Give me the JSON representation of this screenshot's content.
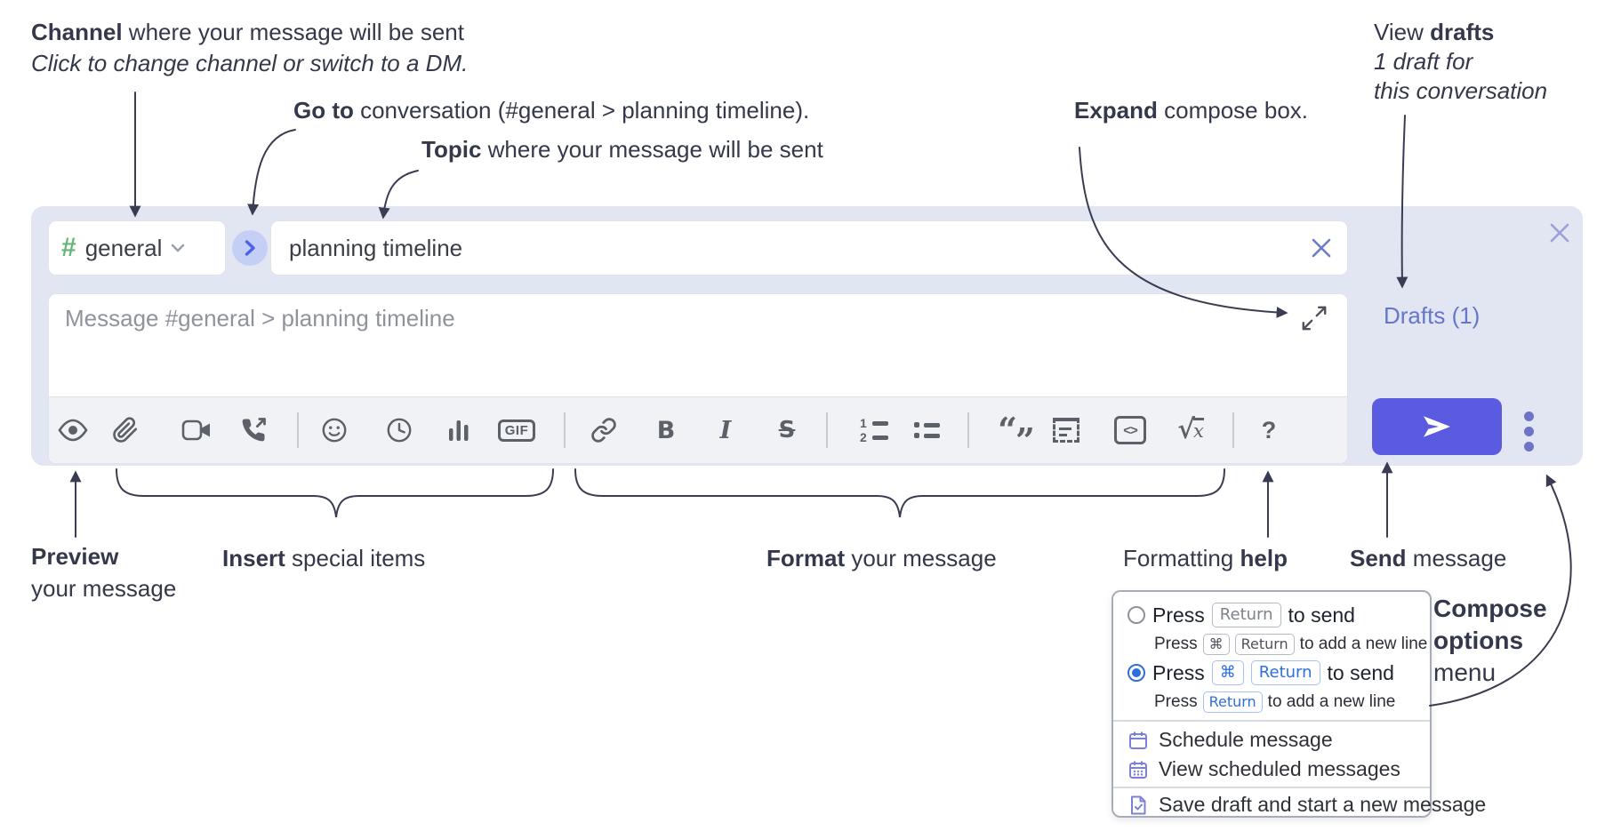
{
  "annotations": {
    "channel": {
      "bold": "Channel",
      "rest": " where your message will be sent",
      "sub": "Click to change channel or switch to a DM."
    },
    "goto": {
      "bold": "Go to",
      "rest": " conversation (#general > planning timeline)."
    },
    "topic": {
      "bold": "Topic",
      "rest": " where your message will be sent"
    },
    "expand": {
      "bold": "Expand",
      "rest": " compose box."
    },
    "view_drafts": {
      "pre": "View ",
      "bold": "drafts",
      "line2": "1 draft for",
      "line3": "this conversation"
    },
    "preview": {
      "bold": "Preview",
      "line2": "your message"
    },
    "insert": {
      "bold": "Insert",
      "rest": " special items"
    },
    "format": {
      "bold": "Format",
      "rest": " your message"
    },
    "formatting_help": {
      "pre": "Formatting ",
      "bold": "help"
    },
    "send": {
      "bold": "Send",
      "rest": " message"
    },
    "compose_options": {
      "line1": "Compose",
      "line2": "options",
      "line3": "menu"
    }
  },
  "compose": {
    "channel_hash": "#",
    "channel_name": "general",
    "topic_value": "planning timeline",
    "message_placeholder": "Message #general > planning timeline",
    "drafts_label": "Drafts (1)"
  },
  "toolbar": {
    "gif_label": "GIF",
    "bold_label": "B",
    "italic_label": "I",
    "strike_label": "S",
    "ol_1": "1",
    "ol_2": "2",
    "quote_open": "“",
    "quote_close": "”",
    "code_label": "<>",
    "math_radical": "√",
    "math_x": "x",
    "help_label": "?"
  },
  "popup": {
    "opt1": {
      "press": "Press",
      "key": "Return",
      "suffix": "to send"
    },
    "opt1_sub": {
      "press": "Press",
      "key1": "⌘",
      "key2": "Return",
      "suffix": "to add a new line"
    },
    "opt2": {
      "press": "Press",
      "key1": "⌘",
      "key2": "Return",
      "suffix": "to send"
    },
    "opt2_sub": {
      "press": "Press",
      "key": "Return",
      "suffix": "to add a new line"
    },
    "items": {
      "schedule": "Schedule message",
      "view_scheduled": "View scheduled messages",
      "save_draft": "Save draft and start a new message"
    }
  },
  "colors": {
    "compose_bg": "#e2e5f2",
    "accent_send": "#5a5be0",
    "drafts_link": "#6577c8",
    "channel_hash_green": "#67b579",
    "goto_circle": "#c5cef4",
    "goto_chevron": "#4b64e6",
    "kbd_blue": "#2e6fdd",
    "annotation_ink": "#35384a",
    "toolbar_icon": "#5c6068",
    "popup_icon_purple": "#7c81d8"
  }
}
